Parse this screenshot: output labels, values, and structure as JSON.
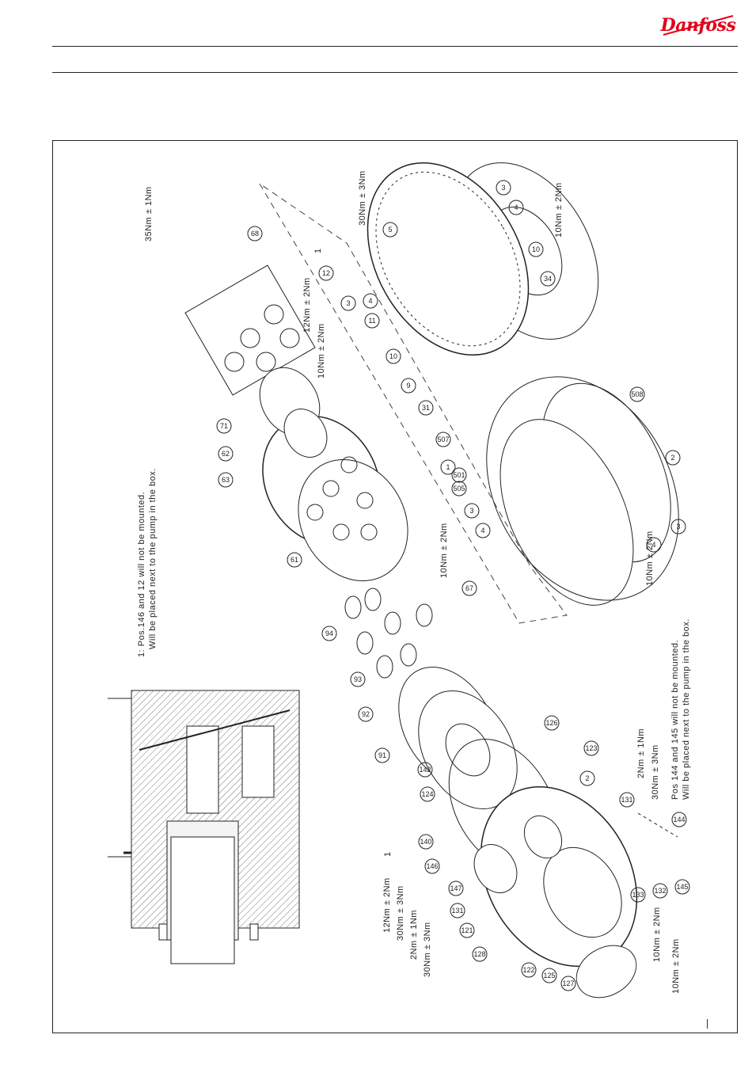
{
  "brand": {
    "name": "Danfoss",
    "color": "#e2001a"
  },
  "notes": {
    "note1_line1": "1: Pos.146 and 12 will not be mounted.",
    "note1_line2": "Will be placed next to the pump in the box.",
    "note2_line1": "Pos 144 and 145 will not be mounted.",
    "note2_line2": "Will be placed next to the pump in the box."
  },
  "torques": [
    "35Nm ± 1Nm",
    "30Nm ± 3Nm",
    "12Nm ± 2Nm",
    "10Nm ± 2Nm",
    "10Nm ± 2Nm",
    "10Nm ± 2Nm",
    "10Nm ± 2Nm",
    "2Nm ± 1Nm",
    "30Nm ± 3Nm",
    "12Nm ± 2Nm",
    "30Nm ± 3Nm",
    "2Nm ± 1Nm",
    "30Nm ± 3Nm",
    "10Nm ± 2Nm",
    "10Nm ± 2Nm"
  ],
  "footnote_marks": [
    "1",
    "1"
  ],
  "parts": [
    "68",
    "71",
    "62",
    "63",
    "61",
    "94",
    "93",
    "92",
    "91",
    "67",
    "12",
    "3",
    "4",
    "11",
    "10",
    "9",
    "31",
    "5",
    "10",
    "34",
    "3",
    "4",
    "507",
    "1",
    "505",
    "501",
    "3",
    "4",
    "508",
    "2",
    "4",
    "3",
    "126",
    "123",
    "142",
    "124",
    "140",
    "146",
    "147",
    "131",
    "121",
    "128",
    "122",
    "125",
    "127",
    "2",
    "131",
    "144",
    "133",
    "132",
    "145"
  ]
}
